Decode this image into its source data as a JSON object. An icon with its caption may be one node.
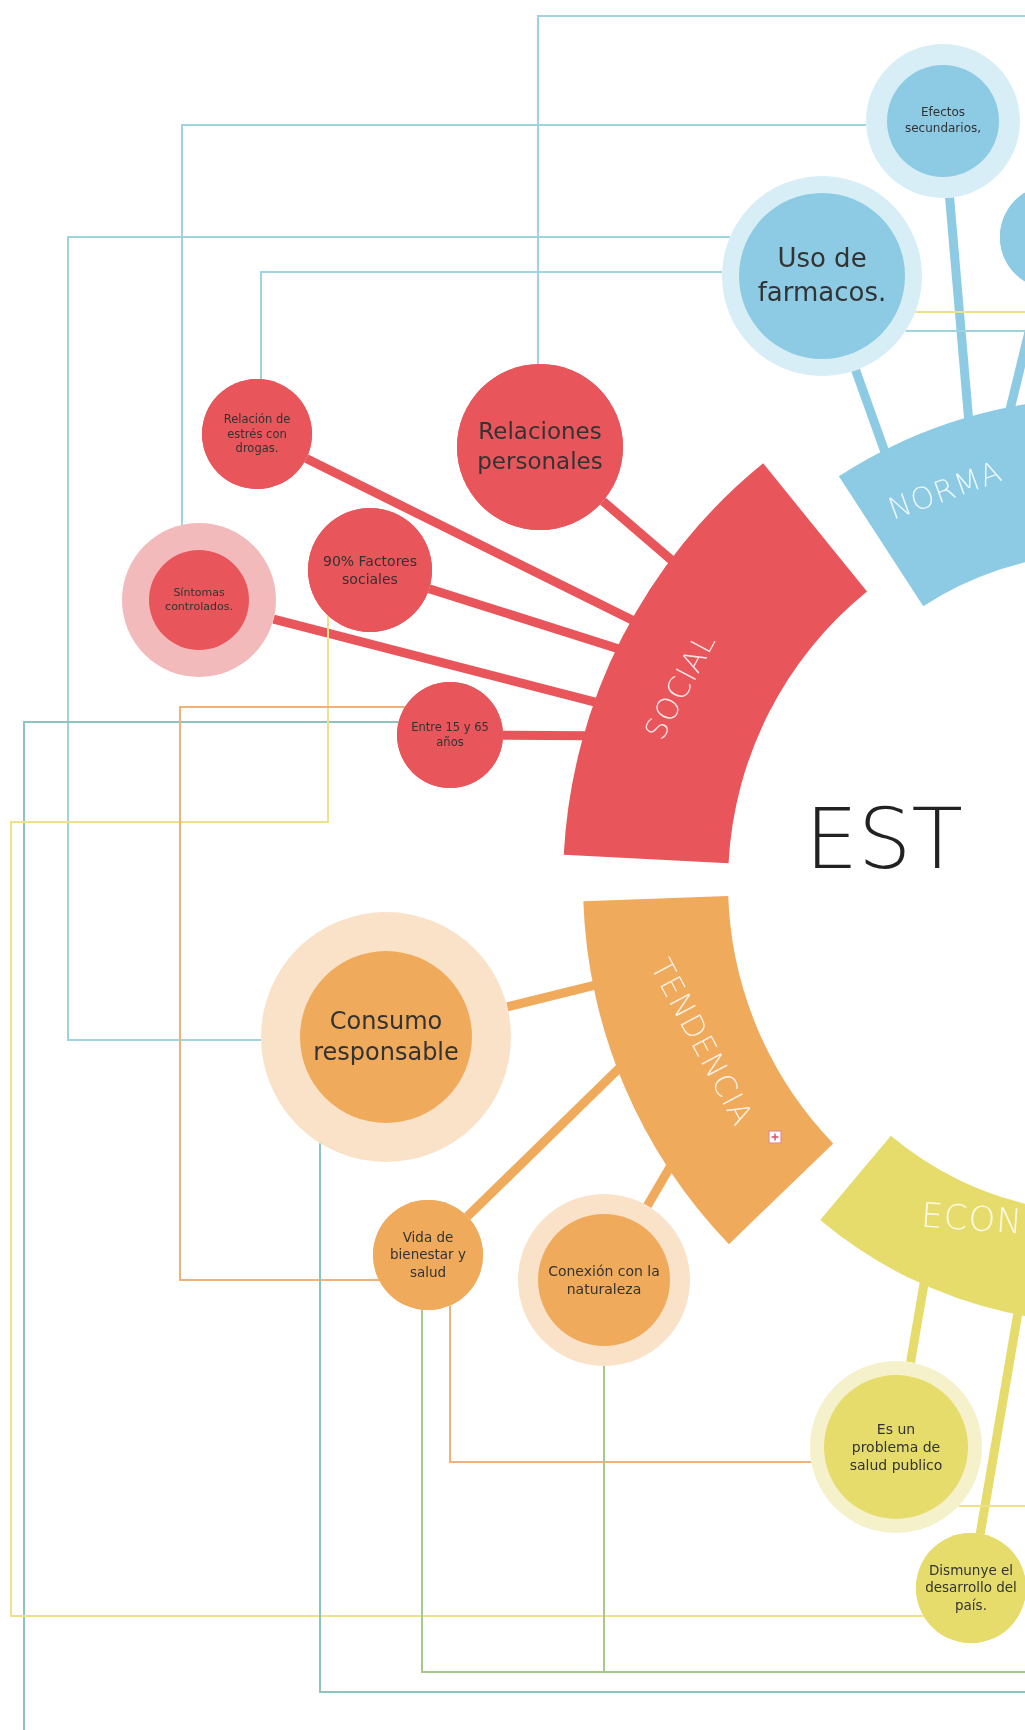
{
  "diagram": {
    "title": "EST",
    "nodes": [
      {
        "text": [
          "NORMA"
        ]
      },
      {
        "text": [
          "Uso de farmacos."
        ]
      },
      {
        "text": [
          "Efectos secundarios,"
        ]
      },
      {
        "text": [],
        "shape": "circle"
      },
      {
        "text": [
          "SOCIAL"
        ]
      },
      {
        "text": [
          "Relaciones personales"
        ]
      },
      {
        "text": [
          "Relación de estrés con drogas."
        ]
      },
      {
        "text": [
          "Síntomas controlados."
        ]
      },
      {
        "text": [
          "90% Factores sociales"
        ]
      },
      {
        "text": [
          "Entre 15 y 65 años"
        ]
      },
      {
        "text": [
          "TENDENCIA"
        ]
      },
      {
        "text": [
          "Consumo responsable"
        ]
      },
      {
        "text": [
          "Vida de bienestar y salud"
        ]
      },
      {
        "text": [
          "Conexión con la naturaleza"
        ]
      },
      {
        "text": [
          "ECON"
        ]
      },
      {
        "text": [
          "Es un problema de salud publico"
        ]
      },
      {
        "text": [
          "Dismunye el desarrollo del país."
        ]
      }
    ],
    "edges": [
      {
        "from": 1,
        "to": 0,
        "arrow": "none",
        "style": "thick",
        "color": "#8ccbe3"
      },
      {
        "from": 2,
        "to": 0,
        "arrow": "none",
        "style": "thick",
        "color": "#8ccbe3"
      },
      {
        "from": 3,
        "to": 0,
        "arrow": "none",
        "style": "thick",
        "color": "#8ccbe3"
      },
      {
        "from": 5,
        "to": 4,
        "arrow": "none",
        "style": "thick",
        "color": "#e8555a"
      },
      {
        "from": 6,
        "to": 4,
        "arrow": "none",
        "style": "thick",
        "color": "#e8555a"
      },
      {
        "from": 7,
        "to": 4,
        "arrow": "none",
        "style": "thick",
        "color": "#e8555a"
      },
      {
        "from": 8,
        "to": 4,
        "arrow": "none",
        "style": "thick",
        "color": "#e8555a"
      },
      {
        "from": 9,
        "to": 4,
        "arrow": "none",
        "style": "thick",
        "color": "#e8555a"
      },
      {
        "from": 11,
        "to": 10,
        "arrow": "none",
        "style": "thick",
        "color": "#f0aa5c"
      },
      {
        "from": 12,
        "to": 10,
        "arrow": "none",
        "style": "thick",
        "color": "#f0aa5c"
      },
      {
        "from": 13,
        "to": 10,
        "arrow": "none",
        "style": "thick",
        "color": "#f0aa5c"
      },
      {
        "from": 15,
        "to": 14,
        "arrow": "none",
        "style": "thick",
        "color": "#e6dc6c"
      },
      {
        "from": 16,
        "to": 14,
        "arrow": "none",
        "style": "thick",
        "color": "#e6dc6c"
      },
      {
        "from": null,
        "to": 5,
        "arrow": "none",
        "color": "#9fd3df"
      },
      {
        "from": 2,
        "to": 7,
        "arrow": "none",
        "color": "#9fd3df"
      },
      {
        "from": 1,
        "to": 11,
        "arrow": "none",
        "color": "#9fd3df"
      },
      {
        "from": 1,
        "to": 6,
        "arrow": "none",
        "color": "#9fd3df"
      },
      {
        "from": 1,
        "to": null,
        "arrow": "none",
        "color": "#efe08a"
      },
      {
        "from": 1,
        "to": null,
        "arrow": "none",
        "color": "#9fd3df"
      },
      {
        "from": 9,
        "to": null,
        "arrow": "none",
        "color": "#8cc5c0"
      },
      {
        "from": 8,
        "to": 16,
        "arrow": "none",
        "color": "#efe08a"
      },
      {
        "from": 9,
        "to": 12,
        "arrow": "none",
        "color": "#f0b27a"
      },
      {
        "from": 11,
        "to": null,
        "arrow": "none",
        "color": "#8cc5c0"
      },
      {
        "from": 12,
        "to": 15,
        "arrow": "none",
        "color": "#f0b27a"
      },
      {
        "from": 12,
        "to": null,
        "arrow": "none",
        "color": "#a5c98a"
      },
      {
        "from": 13,
        "to": null,
        "arrow": "none",
        "color": "#a5c98a"
      },
      {
        "from": 15,
        "to": null,
        "arrow": "none",
        "color": "#efe08a"
      }
    ]
  }
}
